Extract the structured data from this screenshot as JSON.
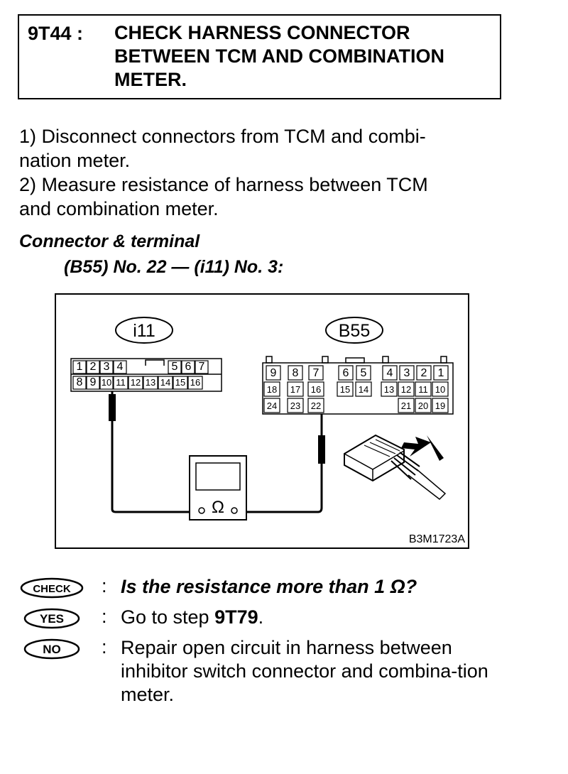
{
  "header": {
    "step_id": "9T44 :",
    "title": "CHECK HARNESS CONNECTOR\nBETWEEN TCM AND COMBINATION\nMETER."
  },
  "instructions": [
    "1) Disconnect connectors from TCM and combi-",
    "nation meter.",
    "2) Measure resistance of harness between TCM",
    "and combination meter."
  ],
  "connector": {
    "heading": "Connector & terminal",
    "spec": "(B55) No. 22 — (i11) No. 3:"
  },
  "diagram": {
    "connector_left": "i11",
    "connector_right": "B55",
    "left_row1": [
      "1",
      "2",
      "3",
      "4",
      "5",
      "6",
      "7"
    ],
    "left_row2": [
      "8",
      "9",
      "10",
      "11",
      "12",
      "13",
      "14",
      "15",
      "16"
    ],
    "right_row1": [
      "9",
      "8",
      "7",
      "6",
      "5",
      "4",
      "3",
      "2",
      "1"
    ],
    "right_row2": [
      "18",
      "17",
      "16",
      "15",
      "14",
      "13",
      "12",
      "11",
      "10"
    ],
    "right_row3": [
      "24",
      "23",
      "22",
      "21",
      "20",
      "19"
    ],
    "meter_symbol": "Ω",
    "figure_code": "B3M1723A"
  },
  "result": {
    "check_badge": "CHECK",
    "yes_badge": "YES",
    "no_badge": "NO",
    "colon": ":",
    "question": "Is the resistance more than 1 Ω?",
    "yes_prefix": "Go to step ",
    "yes_step": "9T79",
    "yes_suffix": ".",
    "no_text": "Repair open circuit in harness between inhibitor switch connector and combina-tion meter."
  }
}
